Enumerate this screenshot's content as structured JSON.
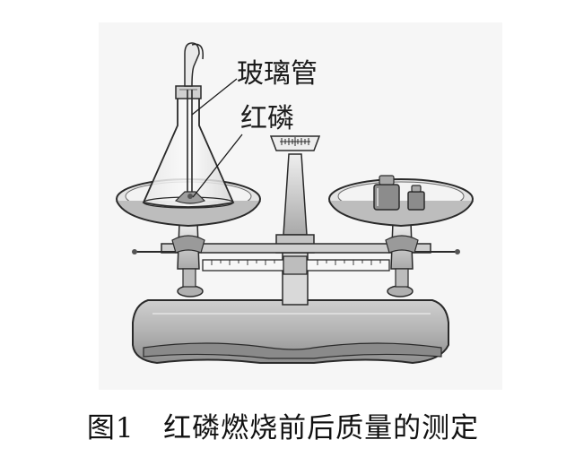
{
  "labels": {
    "glass_tube": "玻璃管",
    "red_phosphorus": "红磷"
  },
  "caption": {
    "number": "图1",
    "text": "红磷燃烧前后质量的测定"
  },
  "colors": {
    "metal_light": "#e2e2e2",
    "metal_mid": "#b9b9b9",
    "metal_dark": "#7a7a7a",
    "outline": "#2a2a2a",
    "glass": "#f4f4f4"
  }
}
